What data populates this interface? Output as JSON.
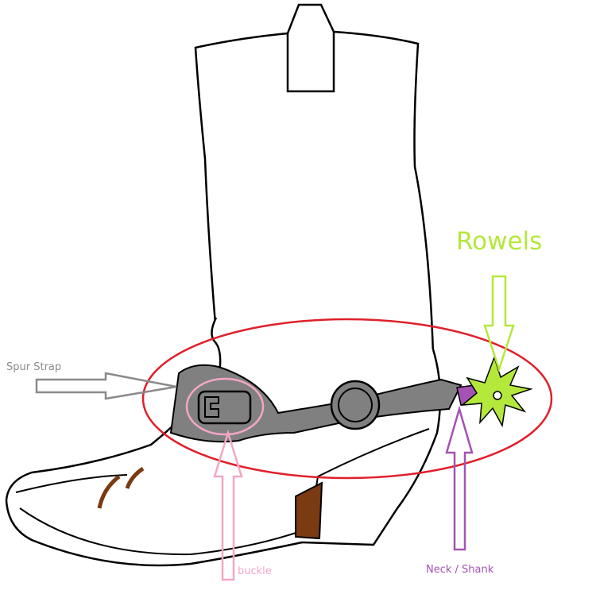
{
  "title": "Spur parts on a cowboy boot",
  "labels": {
    "rowels": "Rowels",
    "spur_strap": "Spur Strap",
    "buckle": "buckle",
    "neck_shank": "Neck / Shank"
  },
  "colors": {
    "rowels": "#b4e83a",
    "spur_strap": "#8a8a8a",
    "buckle": "#f4a6c6",
    "neck_shank": "#a452b4",
    "highlight_ellipse": "#e0202a",
    "strap_fill": "#808080",
    "heel": "#7a3a12"
  }
}
